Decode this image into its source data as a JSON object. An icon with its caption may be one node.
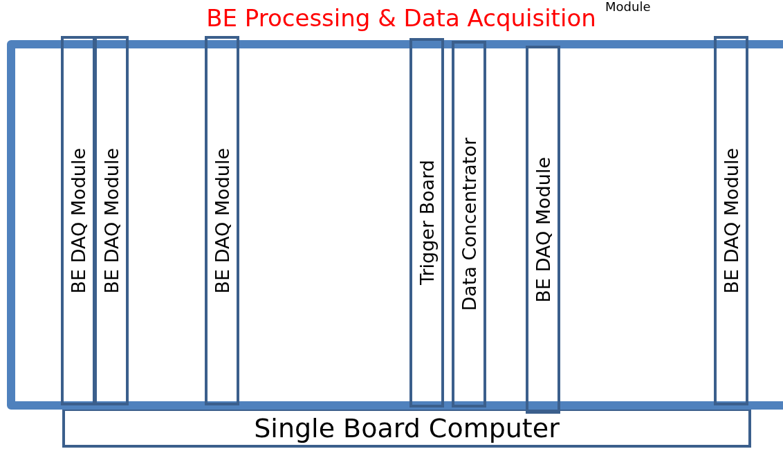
{
  "diagram": {
    "title": "BE Processing & Data Acquisition",
    "nodes": [
      {
        "text": [],
        "shape": "box"
      },
      {
        "text": [
          "BE DAQ Module"
        ],
        "in": 0
      },
      {
        "text": [
          "BE DAQ Module"
        ],
        "in": 0
      },
      {
        "text": [
          "BE DAQ Module"
        ],
        "in": 0
      },
      {
        "text": [
          "Trigger Board"
        ],
        "in": 0
      },
      {
        "text": [
          "Data Concentrator"
        ],
        "in": 0
      },
      {
        "text": [
          "BE DAQ Module"
        ],
        "in": 0
      },
      {
        "text": [
          "BE DAQ Module"
        ],
        "in": 0
      },
      {
        "text": [
          "Single Board Computer"
        ]
      }
    ],
    "labels": [
      "Module"
    ]
  }
}
